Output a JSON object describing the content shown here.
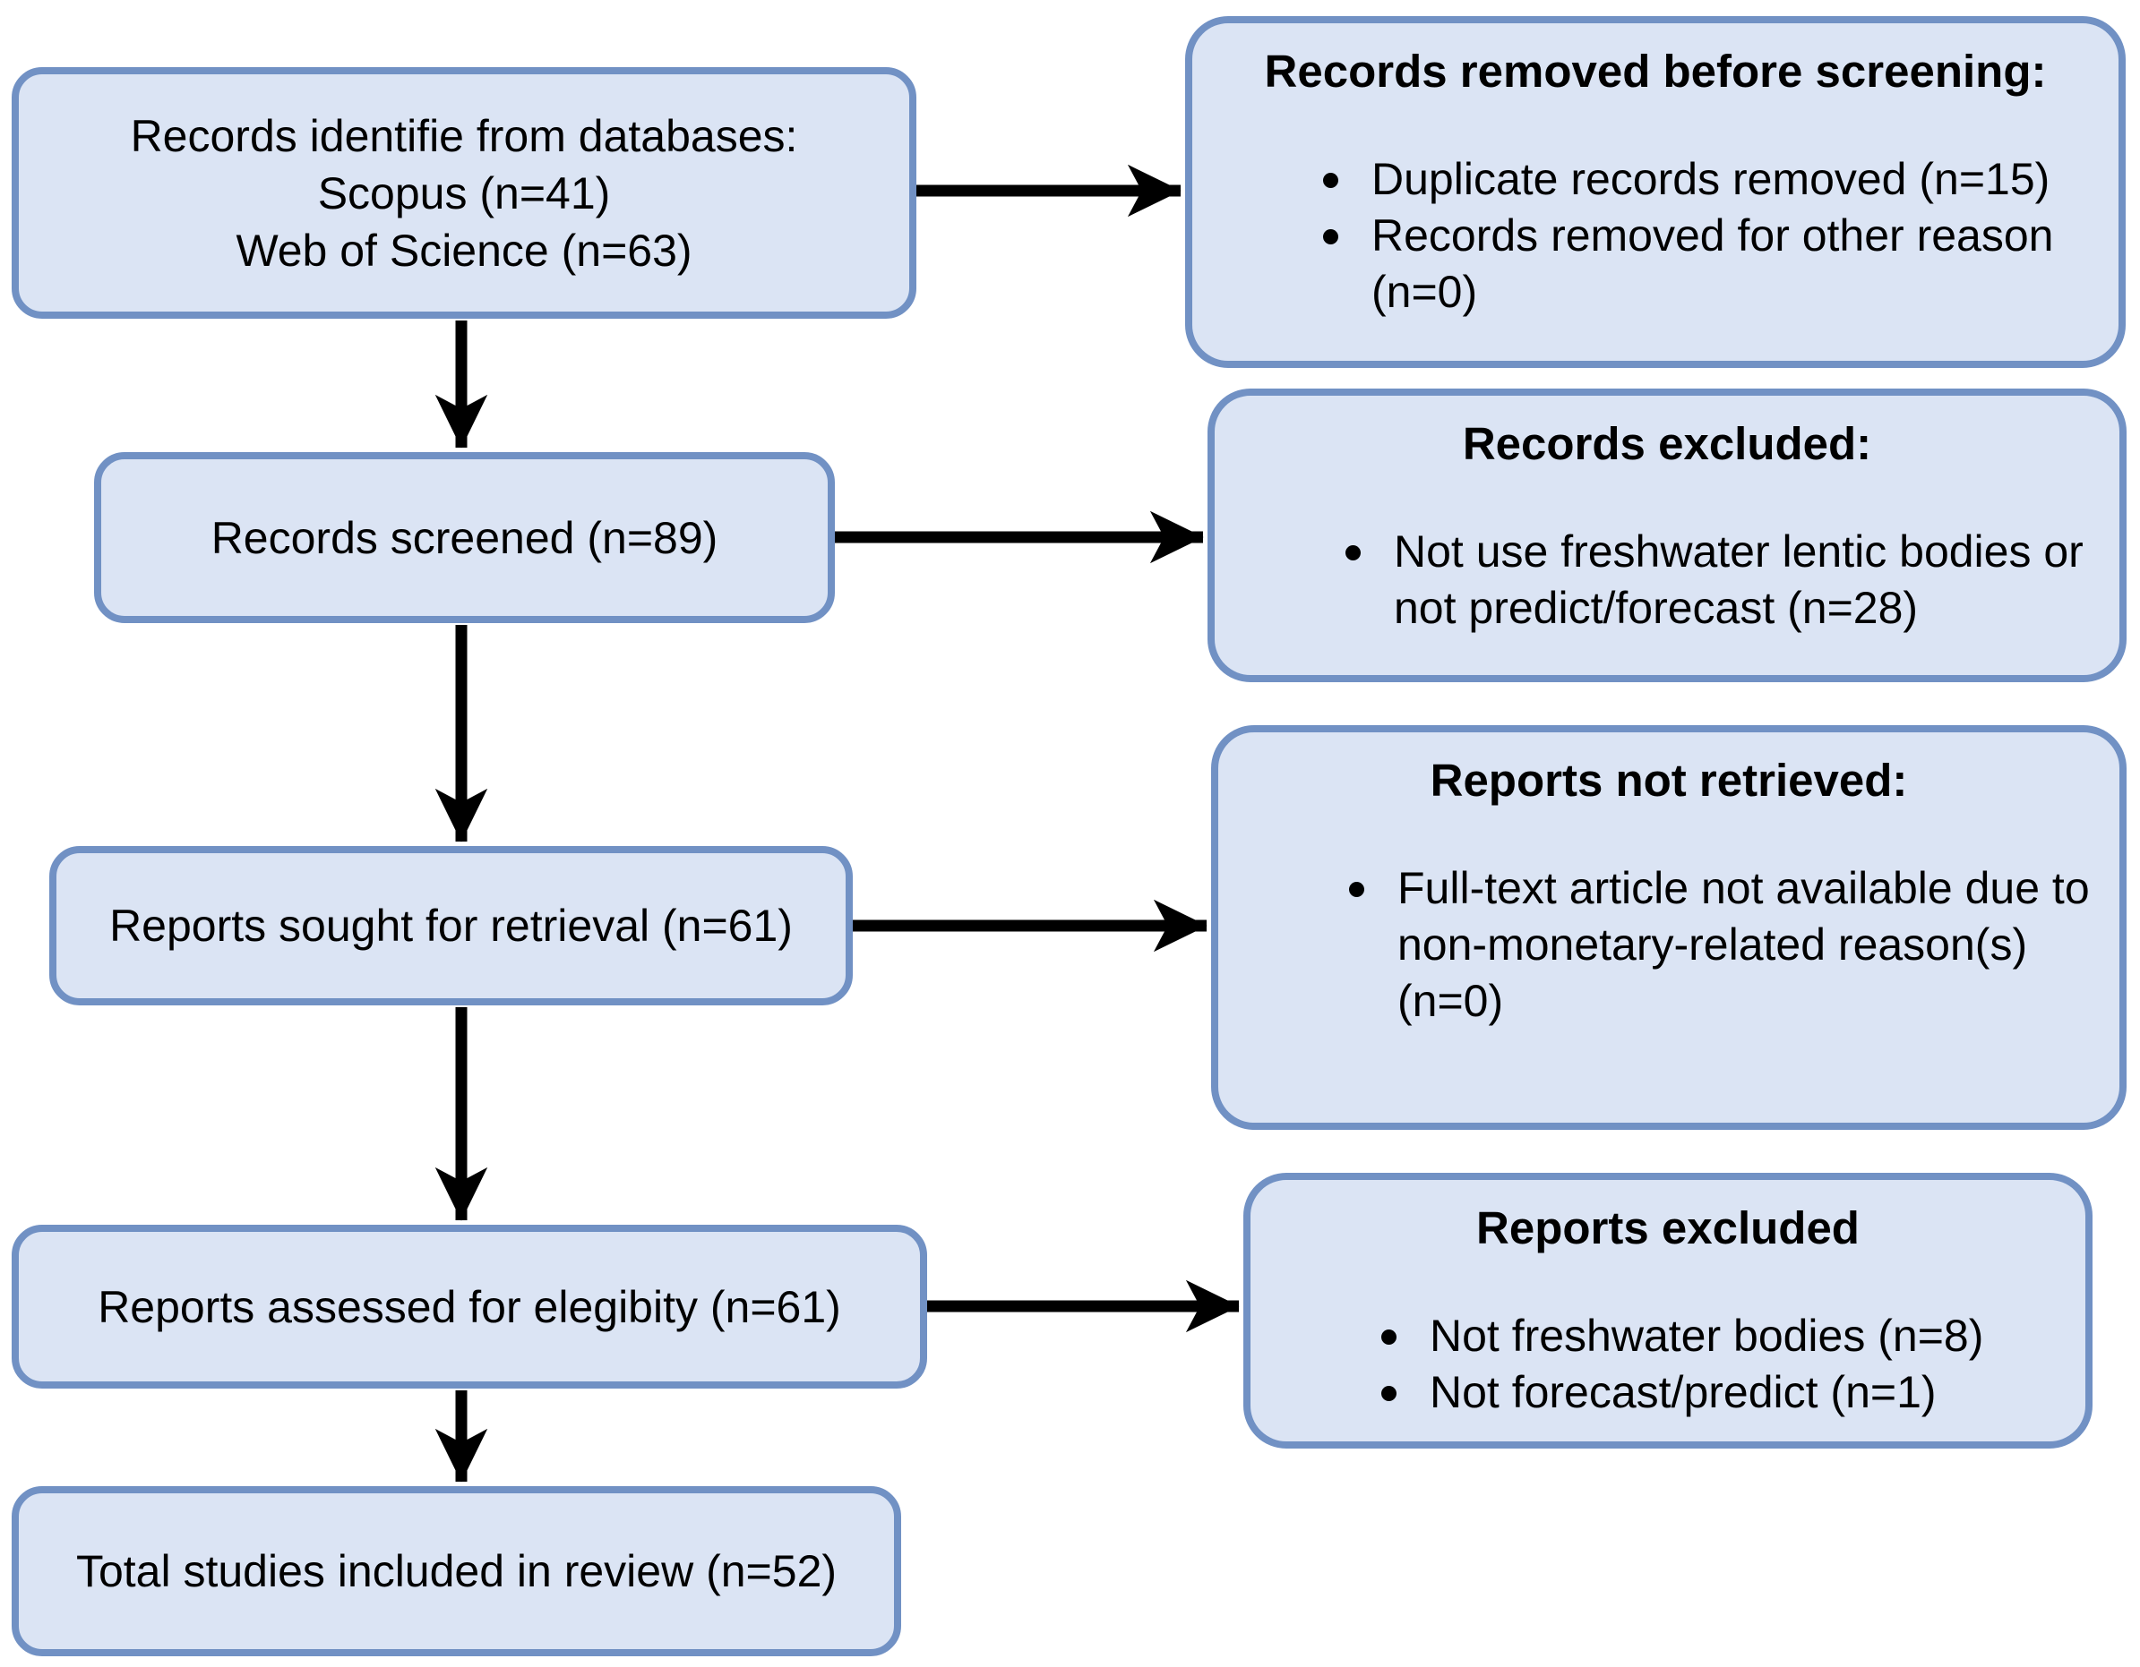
{
  "diagram": {
    "type": "prisma-flow",
    "left_boxes": [
      {
        "id": "records-identified",
        "lines": [
          "Records identifie from databases:",
          "Scopus (n=41)",
          "Web of Science (n=63)"
        ]
      },
      {
        "id": "records-screened",
        "lines": [
          "Records screened (n=89)"
        ]
      },
      {
        "id": "reports-sought",
        "lines": [
          "Reports sought for retrieval (n=61)"
        ]
      },
      {
        "id": "reports-assessed",
        "lines": [
          "Reports assessed for elegibity (n=61)"
        ]
      },
      {
        "id": "total-included",
        "lines": [
          "Total studies included in review (n=52)"
        ]
      }
    ],
    "right_boxes": [
      {
        "id": "records-removed",
        "title": "Records removed before screening:",
        "bullets": [
          "Duplicate records removed (n=15)",
          "Records removed for other reason (n=0)"
        ]
      },
      {
        "id": "records-excluded",
        "title": "Records excluded:",
        "bullets": [
          "Not use freshwater lentic bodies or not predict/forecast (n=28)"
        ]
      },
      {
        "id": "reports-not-retrieved",
        "title": "Reports not retrieved:",
        "bullets": [
          "Full-text article not available due to non-monetary-related reason(s) (n=0)"
        ]
      },
      {
        "id": "reports-excluded",
        "title": "Reports excluded",
        "bullets": [
          "Not freshwater bodies (n=8)",
          "Not forecast/predict (n=1)"
        ]
      }
    ]
  },
  "colors": {
    "box_fill": "#dbe4f4",
    "box_border": "#7191c4",
    "arrow_color": "#000000"
  }
}
